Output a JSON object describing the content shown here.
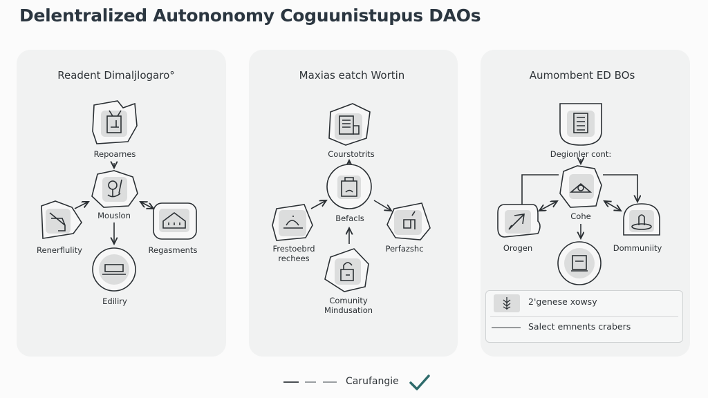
{
  "title": "Delentralized Autononomy Coguunistupus DAOs",
  "panels": [
    {
      "title": "Readent Dimaljlogaro°",
      "nodes": {
        "top": "Repoarnes",
        "center": "Mouslon",
        "left": "Renerflulity",
        "right": "Regasments",
        "bottom": "Ediliry"
      }
    },
    {
      "title": "Maxias eatch Wortin",
      "nodes": {
        "top": "Courstotrits",
        "center": "Befacls",
        "left_line1": "Frestoebrd",
        "left_line2": "rechees",
        "right": "Perfazshc",
        "bottom_line1": "Comunity",
        "bottom_line2": "Mindusation"
      }
    },
    {
      "title": "Aumombent ED BOs",
      "nodes": {
        "top": "Degionler cont:",
        "center": "Cohe",
        "left": "Orogen",
        "right": "Dommuniity"
      },
      "legend": [
        {
          "icon": "wheat-icon",
          "label": "2'genese xowsy"
        },
        {
          "icon": "line-icon",
          "label": "Salect emnents crabers"
        }
      ]
    }
  ],
  "footer": {
    "label": "Carufangie",
    "check_color": "#2e6b6b"
  }
}
